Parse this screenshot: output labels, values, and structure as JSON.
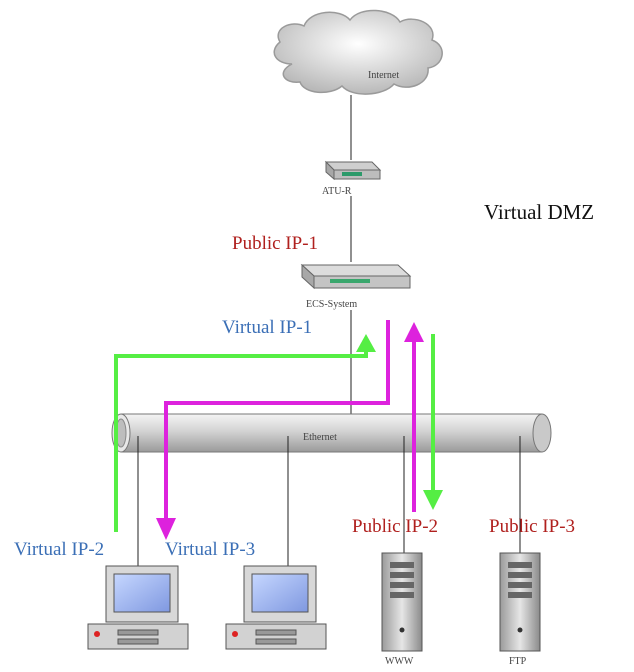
{
  "title": "Virtual DMZ",
  "devices": {
    "internet": "Internet",
    "atu": "ATU-R",
    "ecs": "ECS-System",
    "ethernet": "Ethernet",
    "www": "WWW",
    "ftp": "FTP"
  },
  "labels": {
    "public_ip_1": "Public IP-1",
    "virtual_ip_1": "Virtual IP-1",
    "virtual_ip_2": "Virtual IP-2",
    "virtual_ip_3": "Virtual IP-3",
    "public_ip_2": "Public IP-2",
    "public_ip_3": "Public IP-3"
  },
  "colors": {
    "green_arrow": "#55ee44",
    "magenta_arrow": "#dd22dd",
    "public_label": "#b0201e",
    "virtual_label": "#3b6fb6"
  }
}
